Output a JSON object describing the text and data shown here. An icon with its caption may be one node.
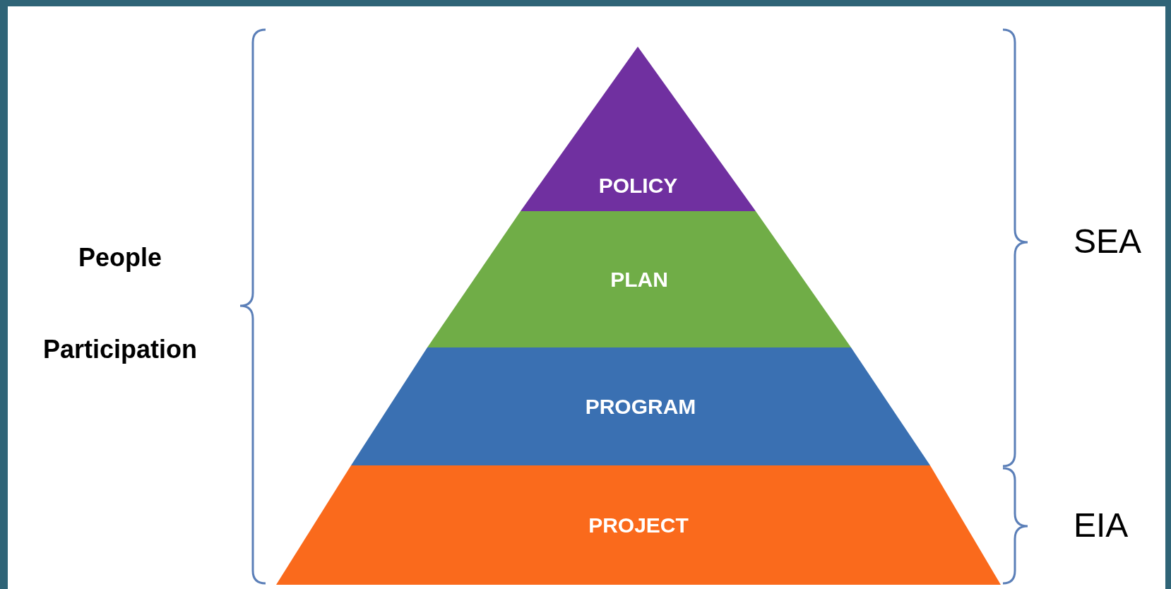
{
  "diagram": {
    "nodes": [
      {
        "text": [
          "POLICY"
        ]
      },
      {
        "text": [
          "PLAN"
        ]
      },
      {
        "text": [
          "PROGRAM"
        ]
      },
      {
        "text": [
          "PROJECT"
        ]
      }
    ],
    "labels": [
      "People Participation",
      "SEA",
      "EIA"
    ]
  }
}
